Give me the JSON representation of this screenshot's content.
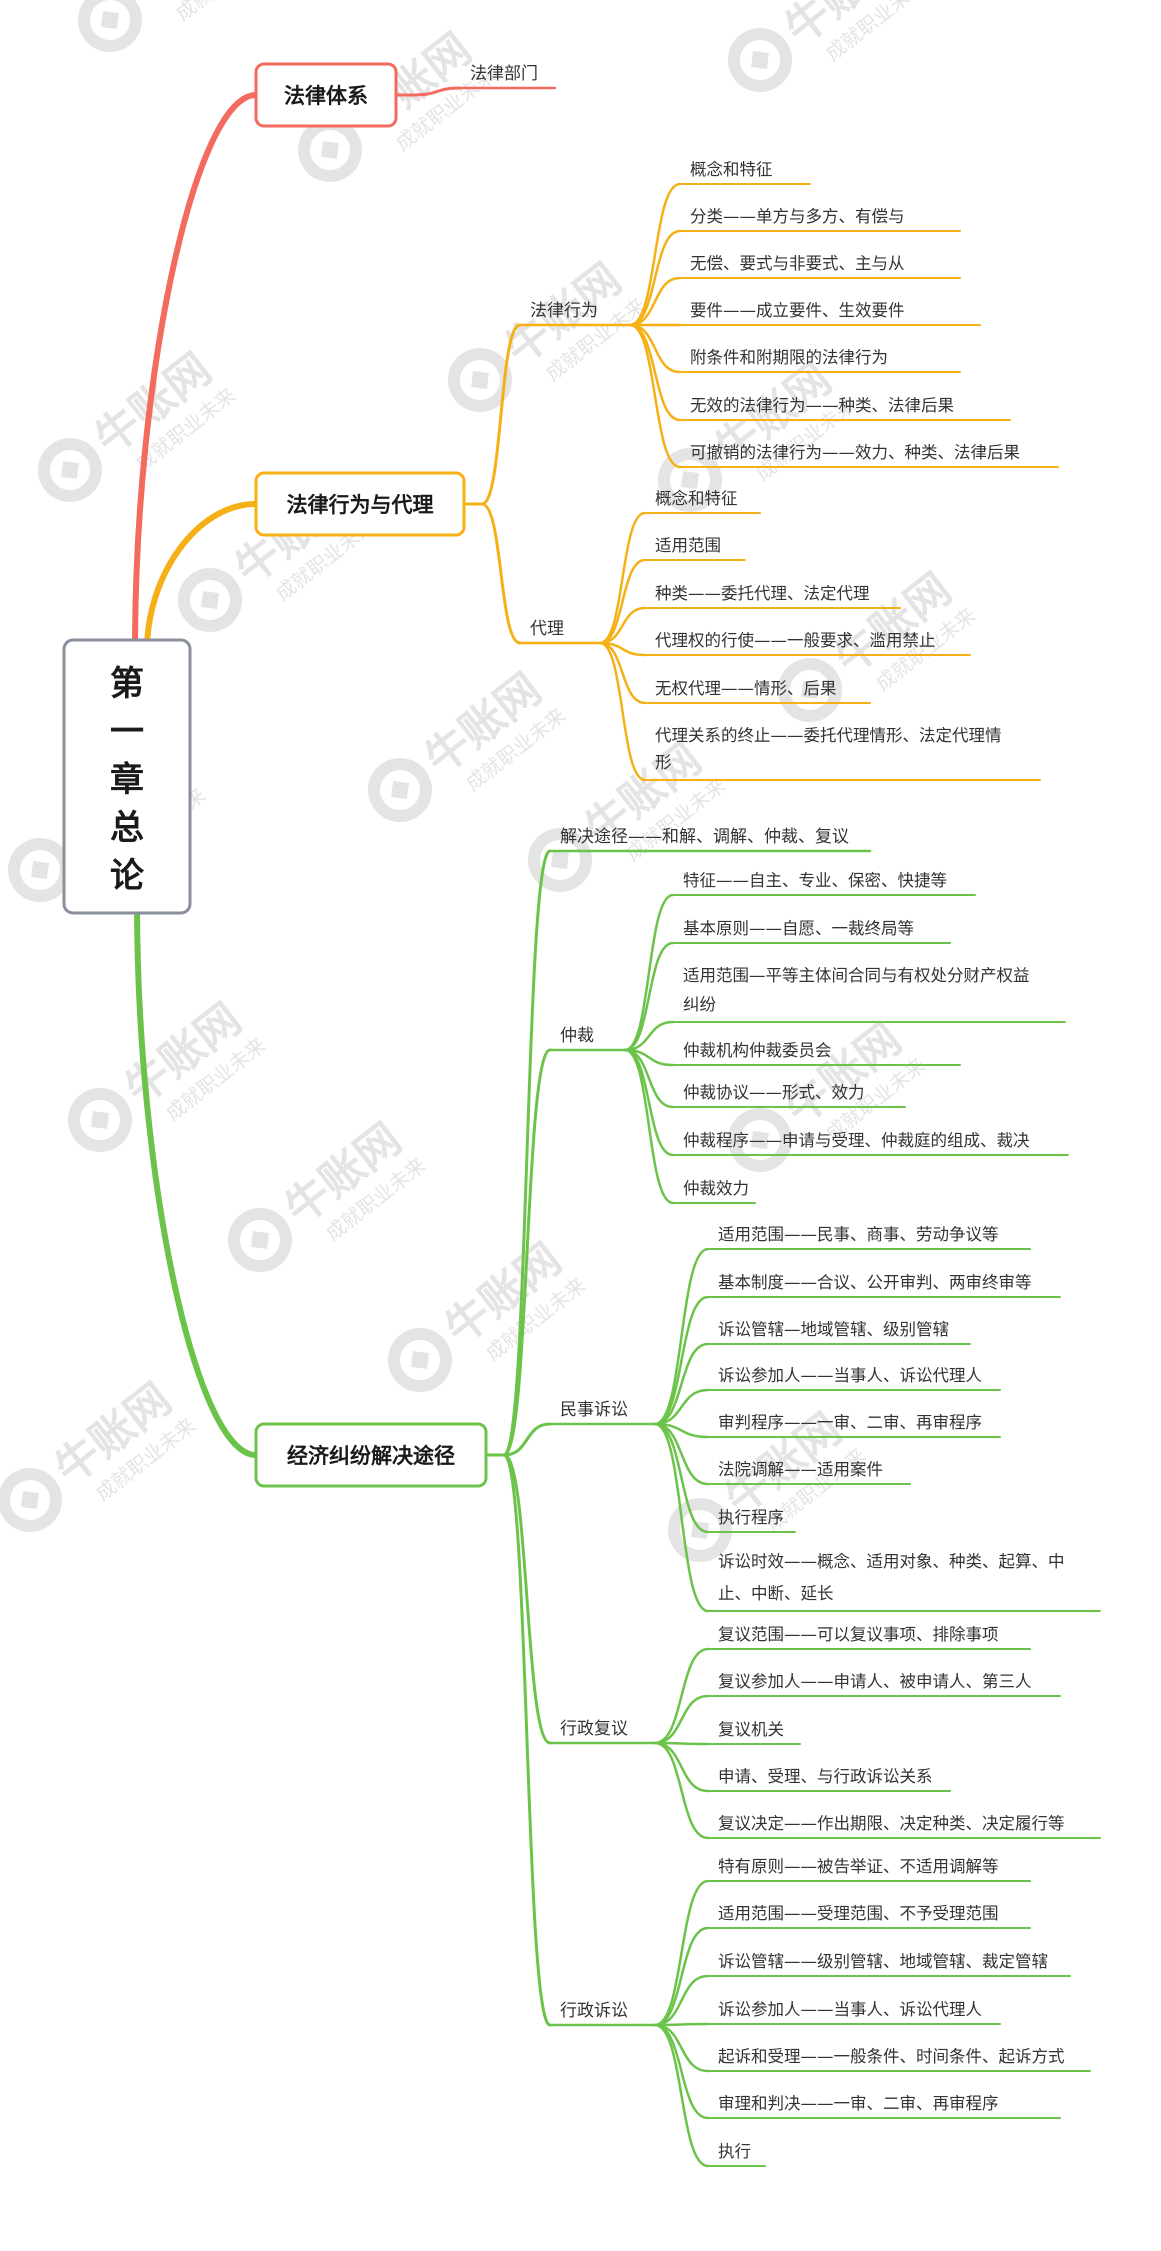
{
  "colors": {
    "red": "#f26b5e",
    "orange": "#f5b016",
    "green": "#6cc34a",
    "root_border": "#8a8f9e",
    "watermark": "#cfcfcf"
  },
  "watermark": {
    "text": "牛账网",
    "subtext": "成就职业未来"
  },
  "root": {
    "label": [
      "第",
      "一",
      "章",
      "总",
      "论"
    ]
  },
  "branches": [
    {
      "label": "法律体系",
      "color": "red",
      "children": [
        {
          "label": "法律部门"
        }
      ]
    },
    {
      "label": "法律行为与代理",
      "color": "orange",
      "children": [
        {
          "label": "法律行为",
          "children": [
            {
              "label": "概念和特征"
            },
            {
              "label": "分类——单方与多方、有偿与"
            },
            {
              "label": "无偿、要式与非要式、主与从"
            },
            {
              "label": "要件——成立要件、生效要件"
            },
            {
              "label": "附条件和附期限的法律行为"
            },
            {
              "label": "无效的法律行为——种类、法律后果"
            },
            {
              "label": "可撤销的法律行为——效力、种类、法律后果"
            }
          ]
        },
        {
          "label": "代理",
          "children": [
            {
              "label": "概念和特征"
            },
            {
              "label": "适用范围"
            },
            {
              "label": "种类——委托代理、法定代理"
            },
            {
              "label": "代理权的行使——一般要求、滥用禁止"
            },
            {
              "label": "无权代理——情形、后果"
            },
            {
              "label": "代理关系的终止——委托代理情形、法定代理情",
              "label2": "形"
            }
          ]
        }
      ]
    },
    {
      "label": "经济纠纷解决途径",
      "color": "green",
      "children": [
        {
          "label": "解决途径——和解、调解、仲裁、复议"
        },
        {
          "label": "仲裁",
          "children": [
            {
              "label": "特征——自主、专业、保密、快捷等"
            },
            {
              "label": "基本原则——自愿、一裁终局等"
            },
            {
              "label": "适用范围—平等主体间合同与有权处分财产权益",
              "label2": "纠纷"
            },
            {
              "label": "仲裁机构仲裁委员会"
            },
            {
              "label": "仲裁协议——形式、效力"
            },
            {
              "label": "仲裁程序——申请与受理、仲裁庭的组成、裁决"
            },
            {
              "label": "仲裁效力"
            }
          ]
        },
        {
          "label": "民事诉讼",
          "children": [
            {
              "label": "适用范围——民事、商事、劳动争议等"
            },
            {
              "label": "基本制度——合议、公开审判、两审终审等"
            },
            {
              "label": "诉讼管辖—地域管辖、级别管辖"
            },
            {
              "label": "诉讼参加人——当事人、诉讼代理人"
            },
            {
              "label": "审判程序——一审、二审、再审程序"
            },
            {
              "label": "法院调解——适用案件"
            },
            {
              "label": "执行程序"
            },
            {
              "label": "诉讼时效——概念、适用对象、种类、起算、中",
              "label2": "止、中断、延长"
            }
          ]
        },
        {
          "label": "行政复议",
          "children": [
            {
              "label": "复议范围——可以复议事项、排除事项"
            },
            {
              "label": "复议参加人——申请人、被申请人、第三人"
            },
            {
              "label": "复议机关"
            },
            {
              "label": "申请、受理、与行政诉讼关系"
            },
            {
              "label": "复议决定——作出期限、决定种类、决定履行等"
            }
          ]
        },
        {
          "label": "行政诉讼",
          "children": [
            {
              "label": "特有原则——被告举证、不适用调解等"
            },
            {
              "label": "适用范围——受理范围、不予受理范围"
            },
            {
              "label": "诉讼管辖——级别管辖、地域管辖、裁定管辖"
            },
            {
              "label": "诉讼参加人——当事人、诉讼代理人"
            },
            {
              "label": "起诉和受理——一般条件、时间条件、起诉方式"
            },
            {
              "label": "审理和判决——一审、二审、再审程序"
            },
            {
              "label": "执行"
            }
          ]
        }
      ]
    }
  ]
}
